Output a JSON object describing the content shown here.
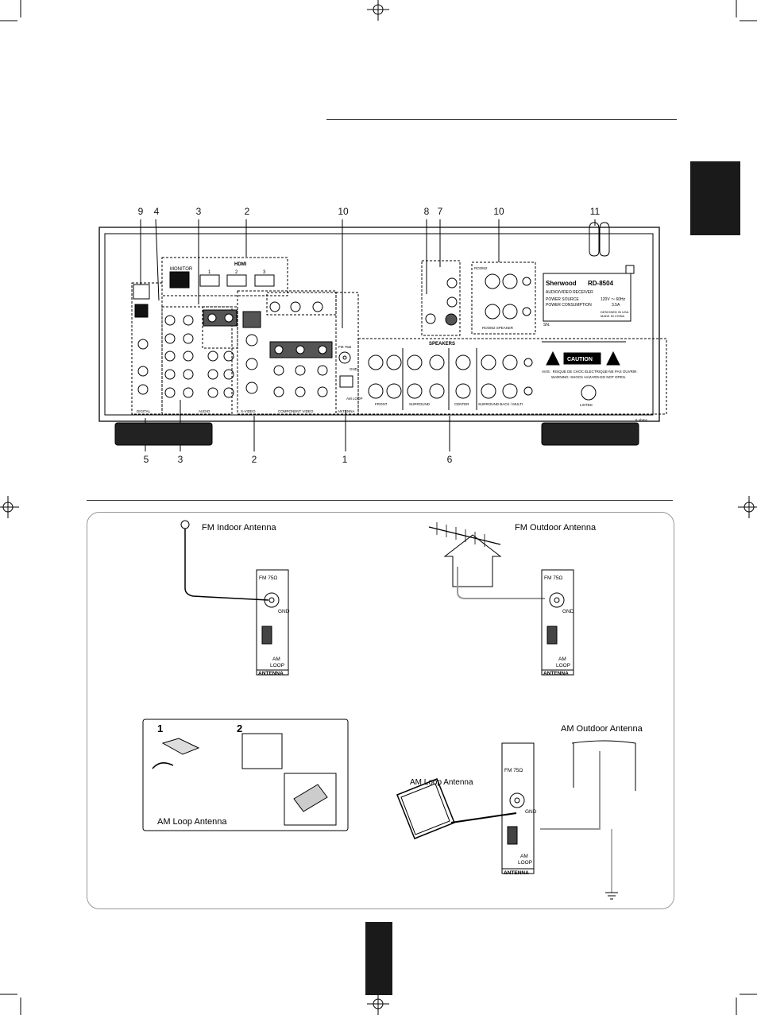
{
  "top_callouts": [
    "9",
    "4",
    "3",
    "2",
    "10",
    "8",
    "7",
    "10",
    "11"
  ],
  "bottom_callouts": [
    "5",
    "3",
    "2",
    "1",
    "6"
  ],
  "panel": {
    "hdmi": "HDMI",
    "monitor": "MONITOR",
    "hdmi_nums": [
      "1",
      "2",
      "3"
    ],
    "speakers": "SPEAKERS",
    "front": "FRONT",
    "surround": "SURROUND",
    "center": "CENTER",
    "surround_back": "SURROUND BACK / MULTI",
    "room2": "ROOM2",
    "room2_speaker": "ROOM2 SPEAKER",
    "digital": "DIGITAL",
    "audio": "AUDIO",
    "svideo": "S-VIDEO",
    "component": "COMPONENT VIDEO",
    "antenna": "ANTENNA",
    "fm75": "FM 75Ω",
    "gnd": "GND",
    "am_loop": "AM LOOP",
    "ohms": "6 ohms",
    "brand": "Sherwood",
    "model": "RD-8504",
    "product": "AUDIO/VIDEO RECEIVER",
    "power_source": "POWER SOURCE",
    "power_source_val": "120V ～ 60Hz",
    "power_consumption": "POWER CONSUMPTION",
    "power_consumption_val": "3.5A",
    "sn": "SN.",
    "caution": "CAUTION",
    "warning1": "AVIS : RISQUE DE CHOC ELECTRIQUE-NE PAS OUVRIR.",
    "warning2": "WARNING: SHOCK HAZARD-DO NOT OPEN.",
    "listed": "LISTED",
    "designed": "DESIGNED IN USA",
    "made": "MADE IN CHINA"
  },
  "antenna": {
    "fm_indoor": "FM Indoor Antenna",
    "fm_outdoor": "FM Outdoor Antenna",
    "am_outdoor": "AM Outdoor Antenna",
    "am_loop": "AM Loop Antenna",
    "am_loop2": "AM Loop Antenna",
    "step1": "1",
    "step2": "2",
    "fm75": "FM 75Ω",
    "gnd": "GND",
    "am": "AM",
    "loop": "LOOP",
    "antenna": "ANTENNA"
  }
}
